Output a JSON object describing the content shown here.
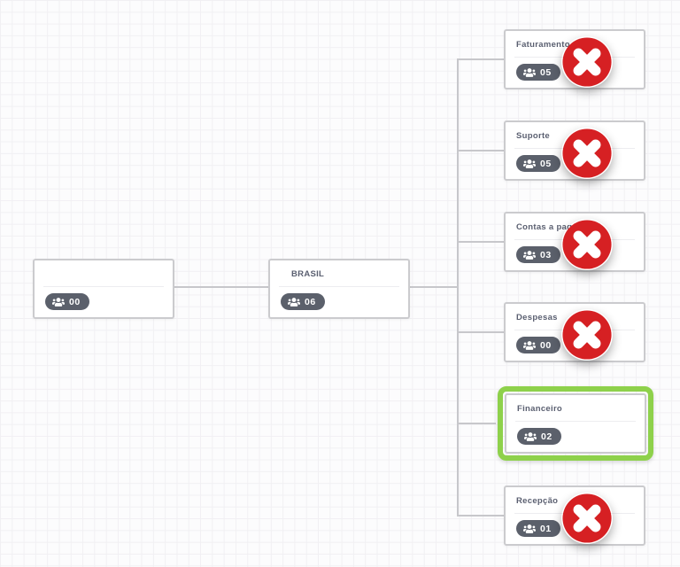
{
  "colors": {
    "remove_red": "#d62023",
    "selection_green": "#8ed14b",
    "badge_bg": "#5b606b",
    "connector_line": "#c7c7cb",
    "node_border": "#cbcbce",
    "title_text": "#5a5f70"
  },
  "icons": {
    "member_count": "users-icon",
    "remove": "x-circle-icon"
  },
  "nodes": [
    {
      "id": "root",
      "title": "",
      "count": "00",
      "status": "default"
    },
    {
      "id": "brasil",
      "title": "BRASIL",
      "count": "06",
      "status": "default"
    },
    {
      "id": "faturamento",
      "title": "Faturamento",
      "count": "05",
      "status": "removed"
    },
    {
      "id": "suporte",
      "title": "Suporte",
      "count": "05",
      "status": "removed"
    },
    {
      "id": "contas-a-pagar",
      "title": "Contas a pagar",
      "count": "03",
      "status": "removed"
    },
    {
      "id": "despesas",
      "title": "Despesas",
      "count": "00",
      "status": "removed"
    },
    {
      "id": "financeiro",
      "title": "Financeiro",
      "count": "02",
      "status": "selected"
    },
    {
      "id": "recepcao",
      "title": "Recepção",
      "count": "01",
      "status": "removed"
    }
  ],
  "hierarchy": {
    "edges": [
      [
        "root",
        "BRASIL"
      ],
      [
        "BRASIL",
        "Faturamento"
      ],
      [
        "BRASIL",
        "Suporte"
      ],
      [
        "BRASIL",
        "Contas a pagar"
      ],
      [
        "BRASIL",
        "Despesas"
      ],
      [
        "BRASIL",
        "Financeiro"
      ],
      [
        "BRASIL",
        "Recepção"
      ]
    ]
  }
}
